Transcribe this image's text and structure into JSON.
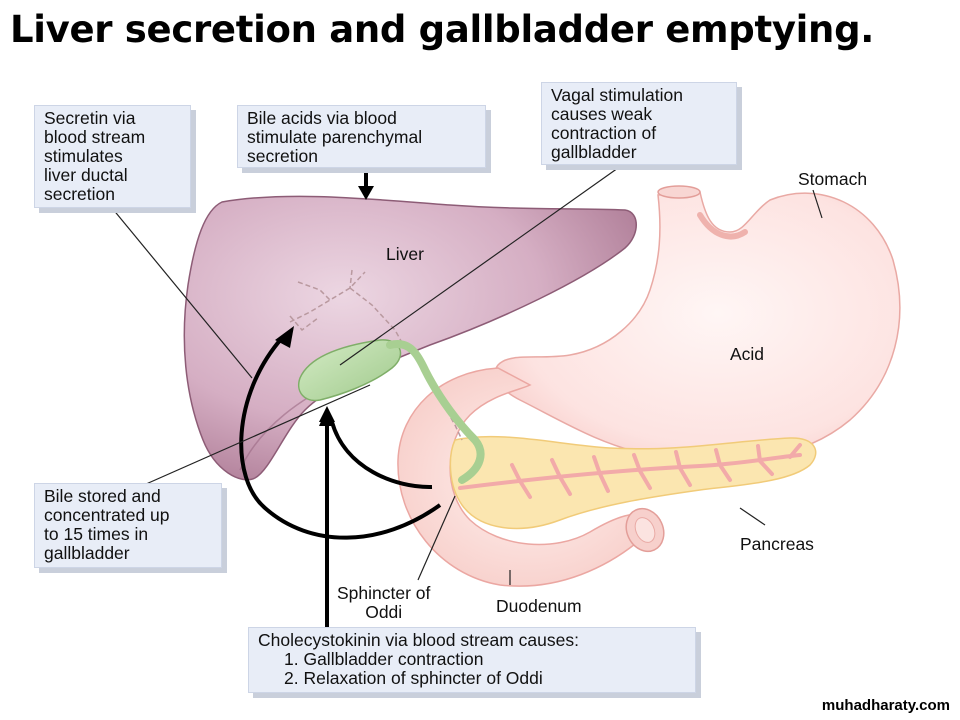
{
  "title": "Liver secretion and gallbladder emptying.",
  "callouts": {
    "secretin": [
      "Secretin via",
      "blood stream",
      "stimulates",
      "liver ductal",
      "secretion"
    ],
    "bile_acids": [
      "Bile acids via blood",
      "stimulate parenchymal",
      "secretion"
    ],
    "vagal": [
      "Vagal stimulation",
      "causes weak",
      "contraction of",
      "gallbladder"
    ],
    "bile_stored": [
      "Bile stored and",
      "concentrated up",
      "to 15 times in",
      "gallbladder"
    ],
    "cck": {
      "line1": "Cholecystokinin via blood stream causes:",
      "line2": "1. Gallbladder contraction",
      "line3": "2. Relaxation of sphincter of Oddi"
    }
  },
  "labels": {
    "liver": "Liver",
    "stomach": "Stomach",
    "acid": "Acid",
    "pancreas": "Pancreas",
    "duodenum": "Duodenum",
    "sphincter": [
      "Sphincter of",
      "Oddi"
    ]
  },
  "watermark": "muhadharaty.com",
  "colors": {
    "liver": "#c9a0b5",
    "liver_dark": "#9e6d86",
    "gallbladder": "#b9d9a6",
    "stomach": "#fde3e1",
    "stomach_edge": "#f2b6b1",
    "pancreas": "#fbe7b3",
    "pancreatic_duct": "#f0a7a9",
    "callout_bg": "#e8edf7"
  }
}
